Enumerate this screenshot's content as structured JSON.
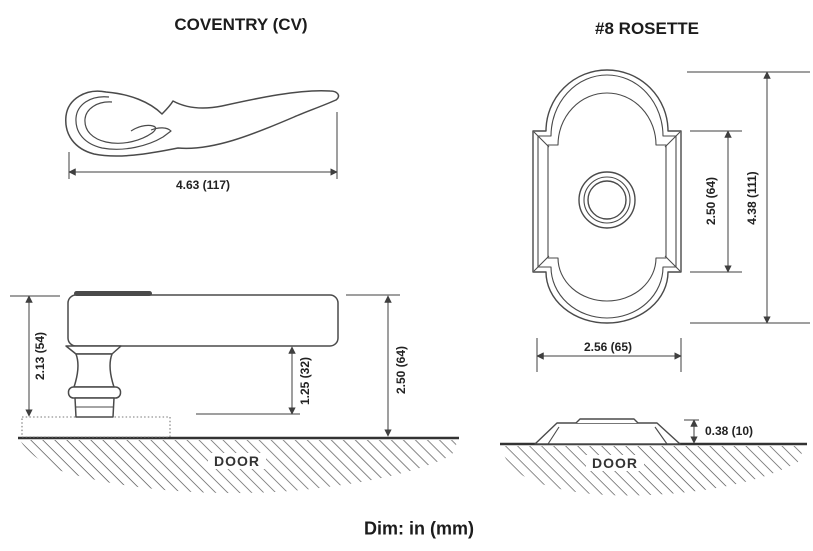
{
  "titles": {
    "left": "COVENTRY (CV)",
    "right": "#8 ROSETTE"
  },
  "caption": "Dim: in (mm)",
  "units_note": "in (mm)",
  "lever_top_view": {
    "length_dim": "4.63 (117)"
  },
  "rosette_front_view": {
    "inner_height_dim": "2.50 (64)",
    "overall_height_dim": "4.38 (111)",
    "width_dim": "2.56 (65)"
  },
  "lever_side_view": {
    "height_above_rosette_dim": "2.13 (54)",
    "underside_clearance_dim": "1.25 (32)",
    "height_above_door_dim": "2.50 (64)",
    "door_label": "DOOR"
  },
  "rosette_side_view": {
    "thickness_dim": "0.38 (10)",
    "door_label": "DOOR"
  },
  "colors": {
    "line": "#4a4a4a",
    "dim_line": "#3f3f3f",
    "door_line": "#333333",
    "text": "#1c1c1c",
    "lever_grip_strip": "#4a4a4a"
  }
}
